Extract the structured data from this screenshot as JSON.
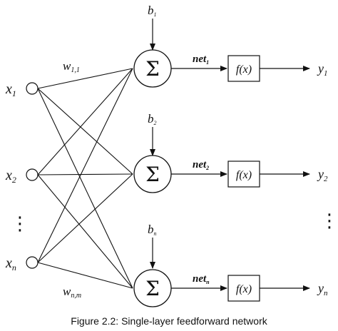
{
  "inputs": [
    {
      "base": "x",
      "sub": "1"
    },
    {
      "base": "x",
      "sub": "2"
    },
    {
      "base": "x",
      "sub": "n"
    }
  ],
  "input_ellipsis": "⋮",
  "output_ellipsis": "⋮",
  "biases": [
    {
      "base": "b",
      "sub": "1"
    },
    {
      "base": "b",
      "sub": "2"
    },
    {
      "base": "b",
      "sub": "n"
    }
  ],
  "summation_symbol": "Σ",
  "nets": [
    {
      "base": "net",
      "sub": "1"
    },
    {
      "base": "net",
      "sub": "2"
    },
    {
      "base": "net",
      "sub": "n"
    }
  ],
  "activation_label": "f(x)",
  "outputs": [
    {
      "base": "y",
      "sub": "1"
    },
    {
      "base": "y",
      "sub": "2"
    },
    {
      "base": "y",
      "sub": "n"
    }
  ],
  "weights": [
    {
      "base": "w",
      "sub": "1,1"
    },
    {
      "base": "w",
      "sub": "n,m"
    }
  ],
  "caption": "Figure 2.2: Single-layer feedforward network"
}
